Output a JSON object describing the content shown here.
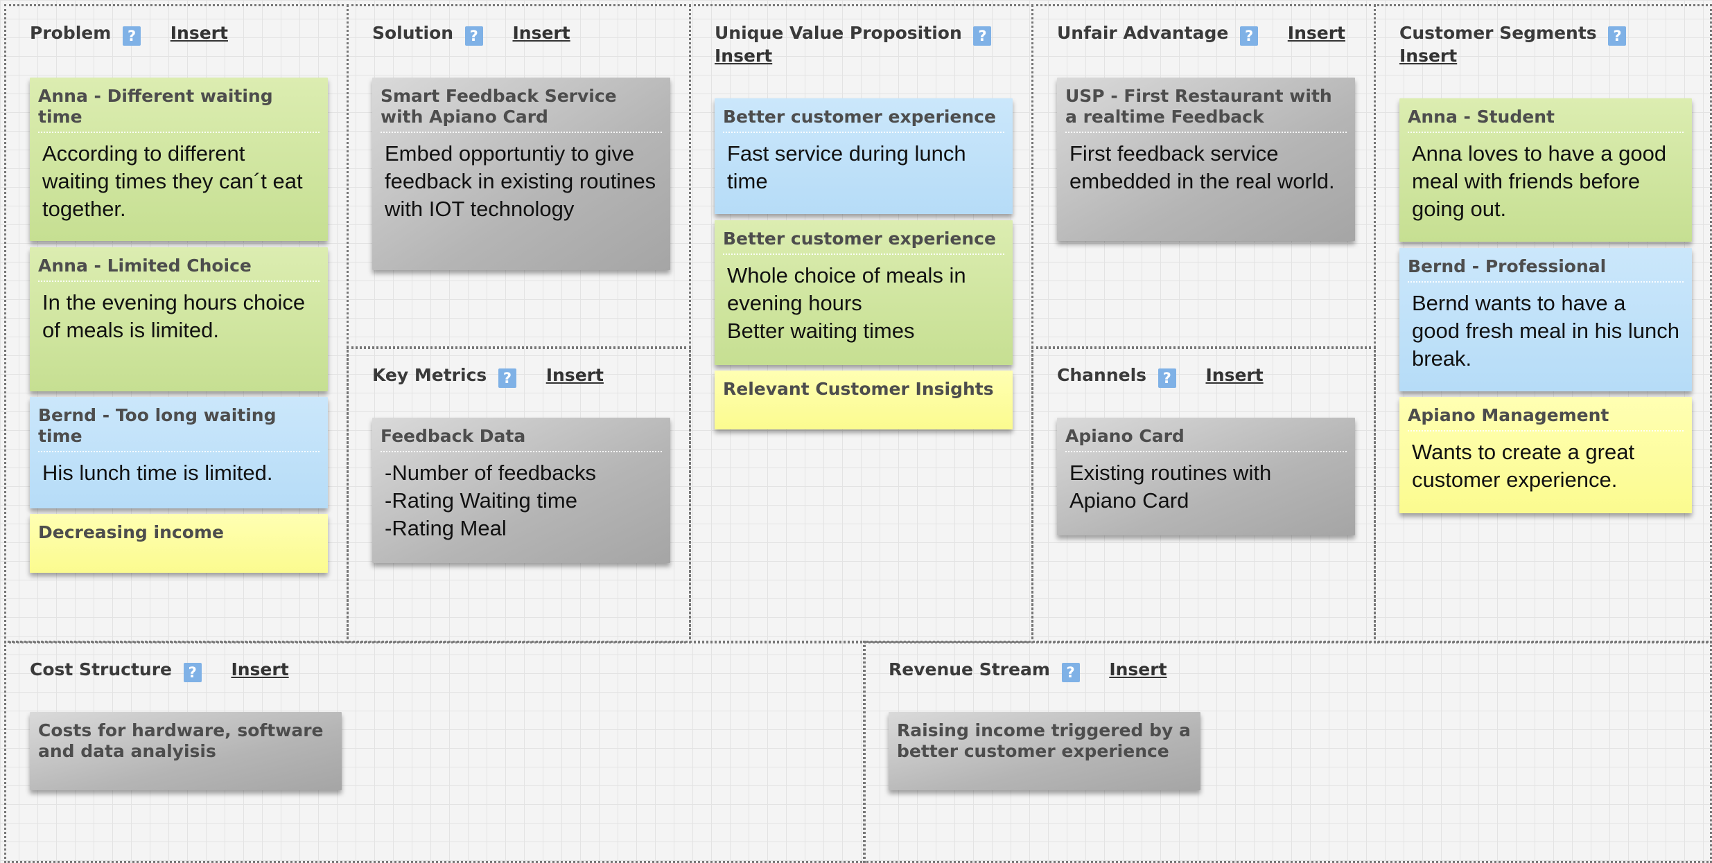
{
  "help_glyph": "?",
  "insert_label": "Insert",
  "sections": {
    "problem": {
      "title": "Problem",
      "notes": [
        {
          "color": "green",
          "title": "Anna - Different waiting time",
          "text": "According to different waiting times they can´t eat together."
        },
        {
          "color": "green",
          "title": "Anna - Limited Choice",
          "text": "In the evening hours choice of meals is limited."
        },
        {
          "color": "blue",
          "title": "Bernd - Too long waiting time",
          "text": "His lunch time is limited."
        },
        {
          "color": "yellow",
          "title": "Decreasing income",
          "text": ""
        }
      ]
    },
    "solution": {
      "title": "Solution",
      "notes": [
        {
          "color": "gray",
          "title": "Smart Feedback Service with Apiano Card",
          "text": "Embed opportuntiy to give feedback in existing routines with IOT technology"
        }
      ]
    },
    "key_metrics": {
      "title": "Key Metrics",
      "notes": [
        {
          "color": "gray",
          "title": "Feedback Data",
          "text": "-Number of feedbacks\n-Rating Waiting time\n-Rating Meal"
        }
      ]
    },
    "uvp": {
      "title": "Unique Value Proposition",
      "notes": [
        {
          "color": "blue",
          "title": "Better customer experience",
          "text": "Fast service during lunch time"
        },
        {
          "color": "green",
          "title": "Better customer experience",
          "text": "Whole choice of meals in evening hours\nBetter waiting times"
        },
        {
          "color": "yellow",
          "title": "Relevant Customer Insights",
          "text": ""
        }
      ]
    },
    "unfair_advantage": {
      "title": "Unfair Advantage",
      "notes": [
        {
          "color": "gray",
          "title": "USP - First Restaurant with a realtime Feedback",
          "text": "First feedback service embedded in the real world."
        }
      ]
    },
    "channels": {
      "title": "Channels",
      "notes": [
        {
          "color": "gray",
          "title": "Apiano Card",
          "text": "Existing routines with Apiano Card"
        }
      ]
    },
    "customer_segments": {
      "title": "Customer Segments",
      "notes": [
        {
          "color": "green",
          "title": "Anna - Student",
          "text": "Anna loves to have a good meal with friends before going out."
        },
        {
          "color": "blue",
          "title": "Bernd - Professional",
          "text": "Bernd wants to have a good fresh meal in his lunch break."
        },
        {
          "color": "yellow",
          "title": "Apiano Management",
          "text": "Wants to create a great customer experience."
        }
      ]
    },
    "cost_structure": {
      "title": "Cost Structure",
      "notes": [
        {
          "color": "gray",
          "title": "Costs for hardware, software and data analyisis",
          "text": ""
        }
      ]
    },
    "revenue_stream": {
      "title": "Revenue Stream",
      "notes": [
        {
          "color": "gray",
          "title": "Raising income triggered by a better customer experience",
          "text": ""
        }
      ]
    }
  }
}
